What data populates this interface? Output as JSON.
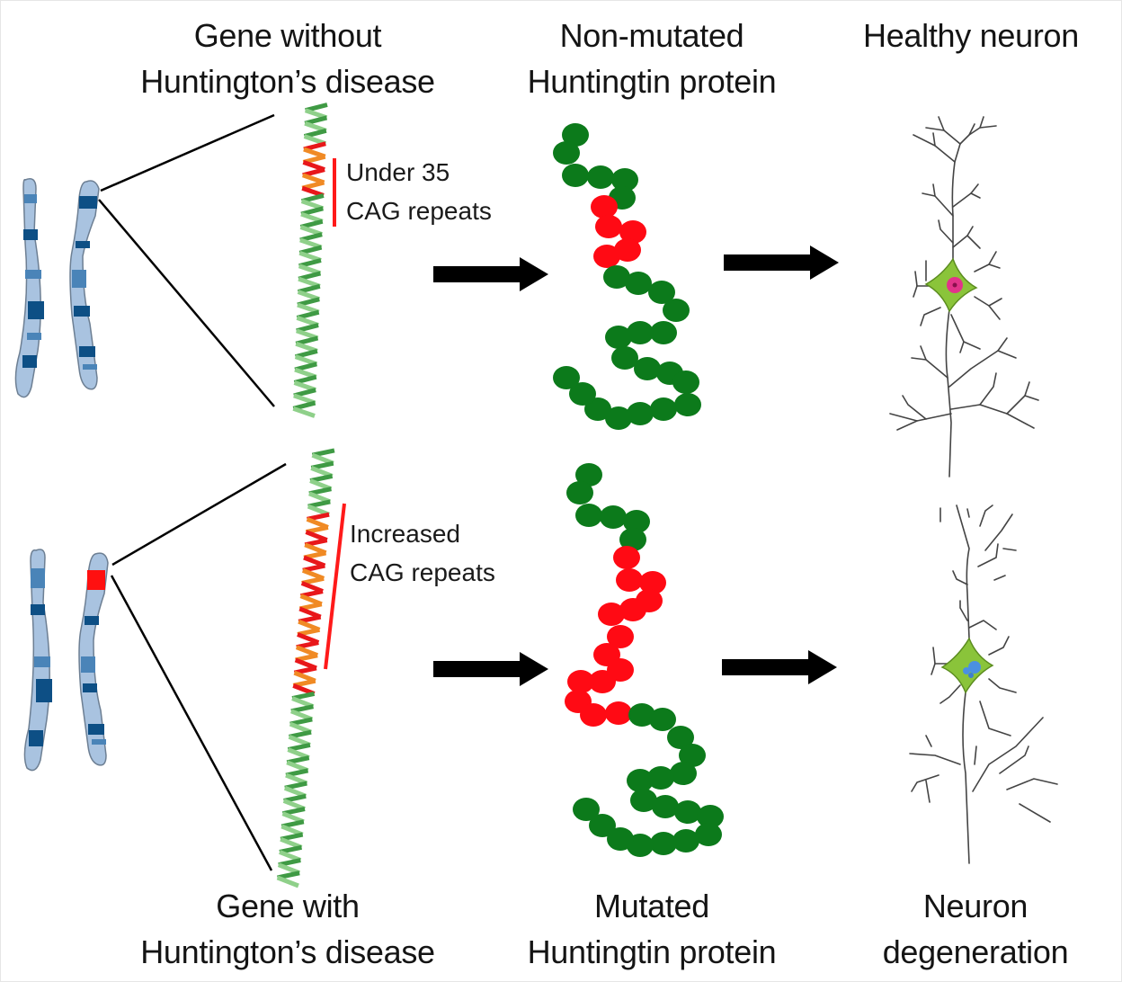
{
  "header": {
    "gene_normal": [
      "Gene without",
      "Huntington’s disease"
    ],
    "protein_normal": [
      "Non-mutated",
      "Huntingtin protein"
    ],
    "neuron_normal": [
      "Healthy neuron"
    ]
  },
  "footer": {
    "gene_mutant": [
      "Gene with",
      "Huntington’s disease"
    ],
    "protein_mutant": [
      "Mutated",
      "Huntingtin protein"
    ],
    "neuron_mutant": [
      "Neuron",
      "degeneration"
    ]
  },
  "annotations": {
    "normal_repeats": [
      "Under 35",
      "CAG repeats"
    ],
    "mutant_repeats": [
      "Increased",
      "CAG repeats"
    ]
  },
  "rows": [
    {
      "id": "normal",
      "gene_state": "healthy",
      "cag_segment": "short",
      "protein_red_beads": 5,
      "protein_green_beads": 25,
      "neuron_nucleus": "intact",
      "marker_on_chromosome": false
    },
    {
      "id": "mutant",
      "gene_state": "huntingtons",
      "cag_segment": "expanded",
      "protein_red_beads": 14,
      "protein_green_beads": 25,
      "neuron_nucleus": "fragmented",
      "marker_on_chromosome": true
    }
  ],
  "icons": {
    "chromosome": "chromosome-icon",
    "dna": "dna-helix-icon",
    "protein": "protein-bead-chain-icon",
    "neuron": "neuron-icon",
    "arrow": "arrow-right-icon"
  },
  "colors": {
    "chromosome_light": "#a9c3e0",
    "chromosome_mid": "#4a84b8",
    "chromosome_dark": "#0d4f85",
    "helix_green_light": "#8fd08a",
    "helix_green_dark": "#3f9a44",
    "helix_orange": "#f08a24",
    "helix_red": "#e8171a",
    "bead_green": "#0c7a1b",
    "bead_red": "#ff0a14",
    "cag_bar": "#ff1a1a",
    "neuron_body": "#8ac43a",
    "nucleus_healthy": "#e2338a",
    "nucleus_degenerate": "#4a90e2",
    "arrow": "#000000"
  }
}
